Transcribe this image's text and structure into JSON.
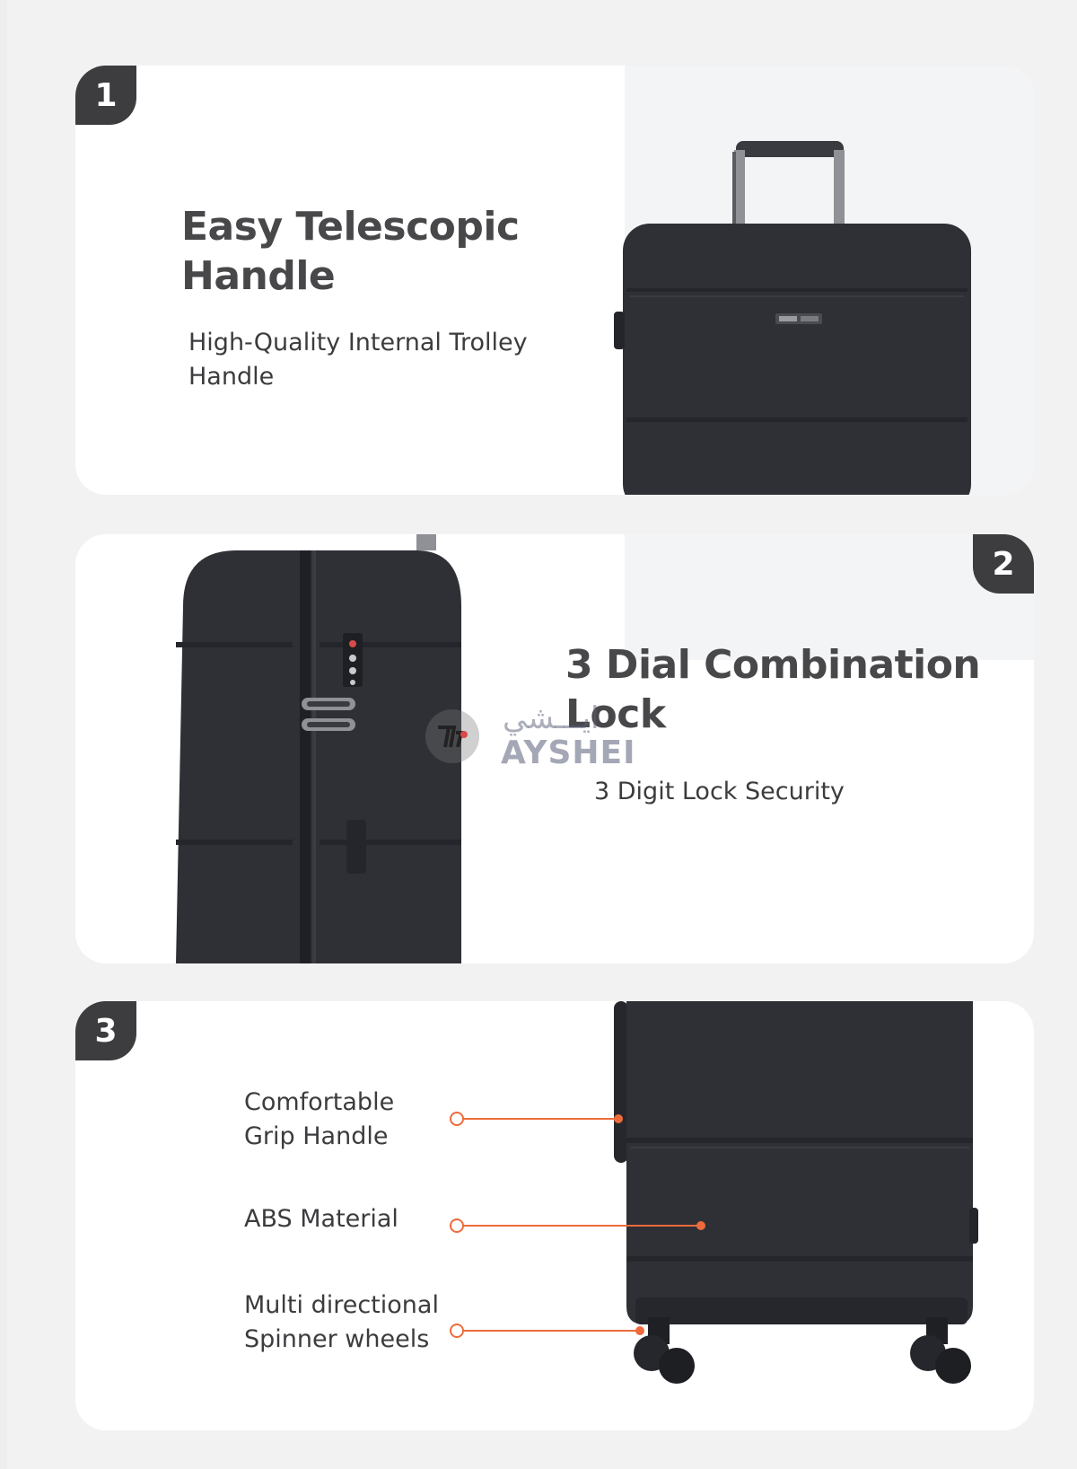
{
  "panels": [
    {
      "number": "1",
      "title_line1": "Easy Telescopic",
      "title_line2": "Handle",
      "subtitle_line1": "High-Quality Internal Trolley",
      "subtitle_line2": "Handle"
    },
    {
      "number": "2",
      "title_line1": "3 Dial Combination",
      "title_line2": "Lock",
      "subtitle": "3 Digit Lock Security"
    },
    {
      "number": "3",
      "callouts": [
        {
          "line1": "Comfortable",
          "line2": "Grip Handle"
        },
        {
          "line1": "ABS Material"
        },
        {
          "line1": "Multi directional",
          "line2": "Spinner wheels"
        }
      ]
    }
  ],
  "watermark": {
    "latin": "AYSHEI",
    "arabic": "ايـــشي"
  },
  "colors": {
    "badge": "#3d3d40",
    "luggage": "#2f3036",
    "callout_accent": "#ee6b3b",
    "panel": "#ffffff",
    "background": "#f2f2f3"
  },
  "icons": [
    "suitcase-image",
    "combination-lock-icon",
    "watermark-logo-icon"
  ]
}
